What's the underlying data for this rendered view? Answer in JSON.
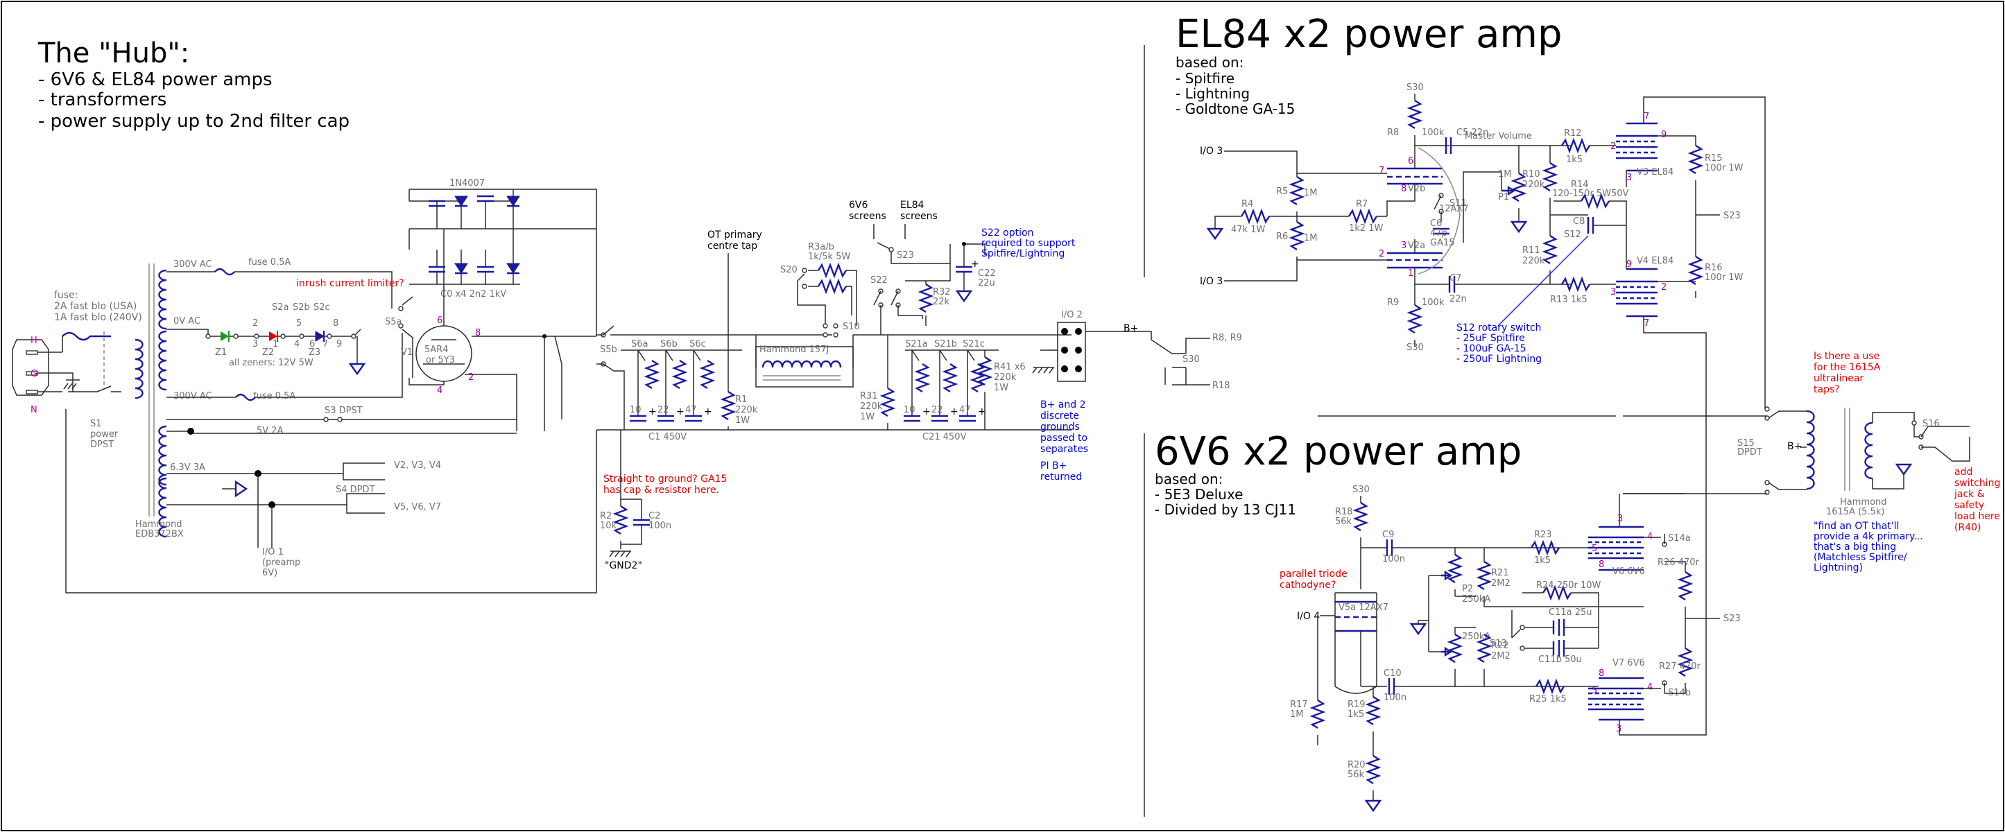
{
  "hub": {
    "title": "The \"Hub\":",
    "lines": [
      "- 6V6 & EL84 power amps",
      "- transformers",
      "- power supply up to 2nd filter cap"
    ]
  },
  "el84": {
    "title": "EL84 x2 power amp",
    "based_on": "based on:",
    "lines": [
      "- Spitfire",
      "- Lightning",
      "- Goldtone GA-15"
    ]
  },
  "v6": {
    "title": "6V6 x2 power amp",
    "based_on": "based on:",
    "lines": [
      "- 5E3 Deluxe",
      "- Divided by 13 CJ11"
    ]
  },
  "mains": {
    "fuse_note": [
      "fuse:",
      "2A fast blo (USA)",
      "1A fast blo (240V)"
    ],
    "h": "H",
    "g": "G",
    "n": "N",
    "s1": [
      "S1",
      "power",
      "DPST"
    ]
  },
  "power_transformer": {
    "label": [
      "Hammond",
      "EDB372BX"
    ],
    "v300a": "300V AC",
    "v300b": "300V AC",
    "v0": "0V AC",
    "fuse_a": "fuse 0.5A",
    "fuse_b": "fuse 0.5A",
    "inrush": "inrush current limiter?",
    "s2a": "S2a",
    "s2b": "S2b",
    "s2c": "S2c",
    "sw_nums": [
      "1",
      "2",
      "3",
      "4",
      "5",
      "6",
      "7",
      "8",
      "9"
    ],
    "z1": "Z1",
    "z2": "Z2",
    "z3": "Z3",
    "zeners": "all zeners: 12V 5W",
    "s5a": "S5a",
    "s3": "S3 DPST",
    "v5": "5V 2A",
    "v63": "6.3V 3A",
    "s4": "S4 DPDT",
    "v234": "V2, V3, V4",
    "v567": "V5, V6, V7",
    "io1": [
      "I/O 1",
      "(preamp",
      "6V)"
    ]
  },
  "rectifier": {
    "diode_label": "1N4007",
    "caps_label": "C0 x4 2n2 1kV",
    "v1": "V1",
    "tube": [
      "5AR4",
      "or 5Y3"
    ],
    "pins": [
      "6",
      "8",
      "4",
      "2"
    ]
  },
  "supply": {
    "s5b": "S5b",
    "s6": [
      "S6a",
      "S6b",
      "S6c"
    ],
    "caps": [
      "10",
      "22",
      "47"
    ],
    "plus": "+",
    "c1": "C1 450V",
    "r1": [
      "R1",
      "220k",
      "1W"
    ],
    "ot_tap": [
      "OT primary",
      "centre tap"
    ],
    "gnd_note": [
      "Straight to ground? GA15",
      "has cap & resistor here."
    ],
    "r2": [
      "R2",
      "10k"
    ],
    "c2": [
      "C2",
      "100n"
    ],
    "gnd2": "\"GND2\"",
    "r3": [
      "R3a/b",
      "1k/5k 5W"
    ],
    "s20": "S20",
    "s10": "S10",
    "choke": "Hammond 157J",
    "screens_6v6": [
      "6V6",
      "screens"
    ],
    "screens_el84": [
      "EL84",
      "screens"
    ],
    "s23": "S23",
    "s22": "S22",
    "r32": [
      "R32",
      "22k"
    ],
    "c22": [
      "C22",
      "22u"
    ],
    "s22_note": [
      "S22 option",
      "required to support",
      "Spitfire/Lightning"
    ],
    "s21": [
      "S21a",
      "S21b",
      "S21c"
    ],
    "c21": "C21 450V",
    "r31": [
      "R31",
      "220k",
      "1W"
    ],
    "r41": [
      "R41 x6",
      "220k",
      "1W"
    ],
    "io2": "I/O 2",
    "bplus": "B+",
    "io2_note": [
      "B+ and 2",
      "discrete",
      "grounds",
      "passed to",
      "separates",
      "",
      "PI B+",
      "returned"
    ],
    "s30": "S30",
    "r89": "R8, R9",
    "r18": "R18"
  },
  "el84_amp": {
    "io3a": "I/O 3",
    "io3b": "I/O 3",
    "s30a": "S30",
    "s30b": "S30",
    "r8": "R8",
    "r8v": "100k",
    "r9": "R9",
    "r9v": "100k",
    "c5": "C5 22n",
    "master": "Master Volume",
    "r5": "R5",
    "r5v": "1M",
    "r6": "R6",
    "r6v": "1M",
    "r4": "R4",
    "r4v": "47k 1W",
    "r7": "R7",
    "r7v": "1k2 1W",
    "v2b": "V2b",
    "v2a": "V2a",
    "ax7": "12AX7",
    "pins": [
      "6",
      "7",
      "8",
      "3",
      "2",
      "1"
    ],
    "s11": "S11",
    "c6": [
      "C6",
      "47p",
      "GA15"
    ],
    "c7": "C7",
    "c7v": "22n",
    "p1": [
      "1M",
      "P1"
    ],
    "r10": [
      "R10",
      "220k"
    ],
    "r11": [
      "R11",
      "220k"
    ],
    "r12": [
      "R12",
      "1k5"
    ],
    "r13": "R13 1k5",
    "r14": [
      "R14",
      "120-150r 5W50V"
    ],
    "c8": "C8",
    "s12": "S12",
    "v3": "V3 EL84",
    "v4": "V4 EL84",
    "tpins": [
      "7",
      "9",
      "2",
      "3",
      "9",
      "2",
      "3",
      "7"
    ],
    "r15": [
      "R15",
      "100r 1W"
    ],
    "r16": [
      "R16",
      "100r 1W"
    ],
    "s23": "S23",
    "s12_note": [
      "S12 rotary switch",
      "- 25uF Spitfire",
      "- 100uF GA-15",
      "- 250uF Lightning"
    ]
  },
  "output": {
    "ot_q": [
      "Is there a use",
      "for the 1615A",
      "ultralinear",
      "taps?"
    ],
    "s15": [
      "S15",
      "DPDT"
    ],
    "bplus": "B+",
    "hammond": [
      "Hammond",
      "1615A (5.5k)"
    ],
    "s16": "S16",
    "jack_note": [
      "add",
      "switching",
      "jack &",
      "safety",
      "load here",
      "(R40)"
    ],
    "ot_note": [
      "\"find an OT that'll",
      "provide a 4k primary...",
      "that's a big thing",
      "(Matchless Spitfire/",
      "Lightning)"
    ]
  },
  "v6_amp": {
    "s30": "S30",
    "r18": [
      "R18",
      "56k"
    ],
    "c9": [
      "C9",
      "100n"
    ],
    "parallel_note": [
      "parallel triode",
      "cathodyne?"
    ],
    "v5a": "V5a 12AX7",
    "io4": "I/O 4",
    "c10": [
      "C10",
      "100n"
    ],
    "r17": [
      "R17",
      "1M"
    ],
    "r19": [
      "R19",
      "1k5"
    ],
    "r20": [
      "R20",
      "56k"
    ],
    "p2": [
      "P2",
      "250kA"
    ],
    "p2b": "250kA",
    "r21": [
      "R21",
      "2M2"
    ],
    "r22": [
      "R22",
      "2M2"
    ],
    "r23": [
      "R23",
      "1k5"
    ],
    "r24": "R24 250r 10W",
    "r25": "R25 1k5",
    "c11a": "C11a 25u",
    "c11b": "C11b 50u",
    "s13": "S13",
    "v6": "V6 6V6",
    "v7": "V7 6V6",
    "tpins": [
      "3",
      "4",
      "5",
      "8",
      "8",
      "5",
      "4",
      "3"
    ],
    "s14a": "S14a",
    "s14b": "S14b",
    "r26": "R26 470r",
    "r27": "R27 470r",
    "s23": "S23"
  }
}
